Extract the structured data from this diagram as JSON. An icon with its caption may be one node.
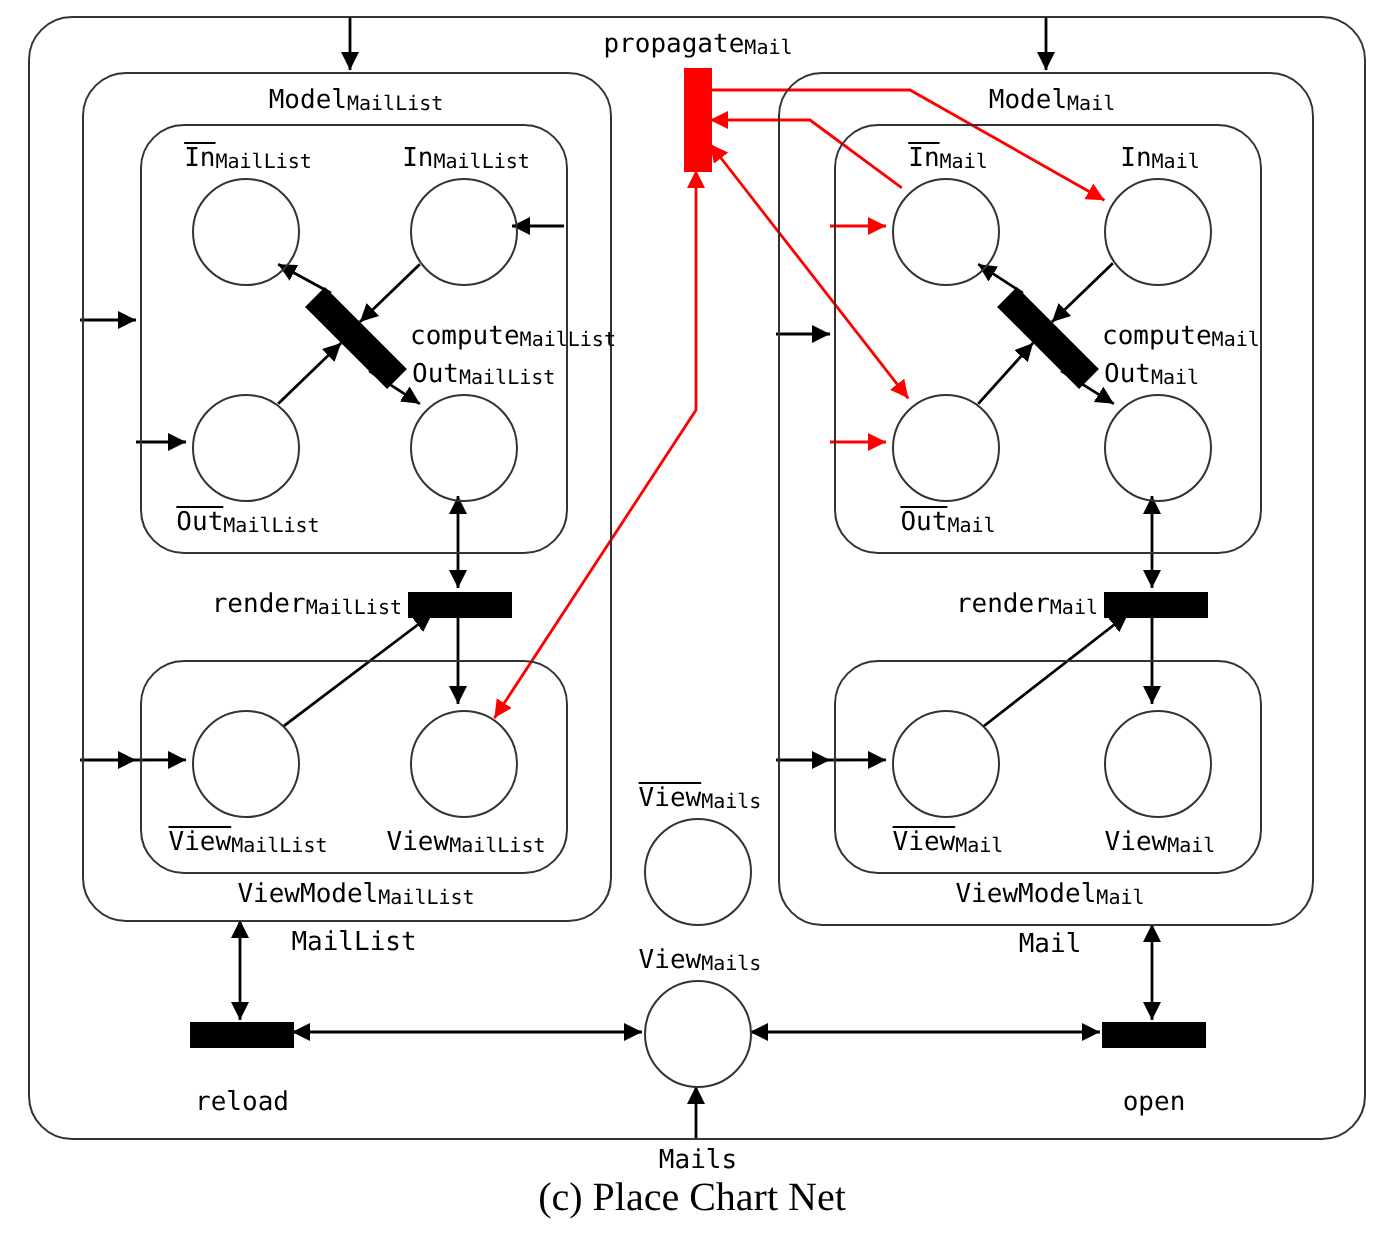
{
  "diagram": {
    "caption": "(c) Place Chart Net",
    "nodes": [
      {
        "text": [
          "Mails"
        ]
      },
      {
        "text": [
          "MailList"
        ],
        "in": 0
      },
      {
        "text": [
          "Model$_{MailList}$"
        ],
        "in": 1
      },
      {
        "text": [
          "In$_{MailList}$"
        ],
        "in": 2
      },
      {
        "text": [
          "In$_{MailList}$"
        ],
        "in": 2
      },
      {
        "text": [
          "compute$_{MailList}$"
        ],
        "in": 2
      },
      {
        "text": [
          "Out$_{MailList}$"
        ],
        "in": 2
      },
      {
        "text": [
          "Out$_{MailList}$"
        ],
        "in": 2
      },
      {
        "text": [
          "render$_{MailList}$"
        ],
        "in": 1
      },
      {
        "text": [
          "ViewModel$_{MailList}$"
        ],
        "in": 1
      },
      {
        "text": [
          "View$_{MailList}$"
        ],
        "in": 9
      },
      {
        "text": [
          "View$_{MailList}$"
        ],
        "in": 9
      },
      {
        "text": [
          "propagate$_{Mail}$"
        ],
        "in": 0
      },
      {
        "text": [
          "Mail"
        ],
        "in": 0
      },
      {
        "text": [
          "Model$_{Mail}$"
        ],
        "in": 13
      },
      {
        "text": [
          "In$_{Mail}$"
        ],
        "in": 14
      },
      {
        "text": [
          "In$_{Mail}$"
        ],
        "in": 14
      },
      {
        "text": [
          "compute$_{Mail}$"
        ],
        "in": 14
      },
      {
        "text": [
          "Out$_{Mail}$"
        ],
        "in": 14
      },
      {
        "text": [
          "Out$_{Mail}$"
        ],
        "in": 14
      },
      {
        "text": [
          "render$_{Mail}$"
        ],
        "in": 13
      },
      {
        "text": [
          "ViewModel$_{Mail}$"
        ],
        "in": 13
      },
      {
        "text": [
          "View$_{Mail}$"
        ],
        "in": 21
      },
      {
        "text": [
          "View$_{Mail}$"
        ],
        "in": 21
      },
      {
        "text": [
          "View$_{Mails}$"
        ],
        "in": 0
      },
      {
        "text": [
          "View$_{Mails}$"
        ],
        "in": 0
      },
      {
        "text": [
          "reload"
        ],
        "in": 0
      },
      {
        "text": [
          "open"
        ],
        "in": 0
      }
    ],
    "edges": [
      {
        "from": 0,
        "to": 1,
        "arrow": "to"
      },
      {
        "from": 0,
        "to": 13,
        "arrow": "to"
      },
      {
        "from": 1,
        "to": 2,
        "arrow": "to"
      },
      {
        "from": 2,
        "to": 6,
        "arrow": "to"
      },
      {
        "from": 2,
        "to": 4,
        "arrow": "to"
      },
      {
        "from": 4,
        "to": 5,
        "arrow": "to"
      },
      {
        "from": 5,
        "to": 3,
        "arrow": "to"
      },
      {
        "from": 6,
        "to": 5,
        "arrow": "to"
      },
      {
        "from": 5,
        "to": 7,
        "arrow": "to"
      },
      {
        "from": 7,
        "to": 8,
        "arrow": "both"
      },
      {
        "from": 1,
        "to": 9,
        "arrow": "to"
      },
      {
        "from": 9,
        "to": 10,
        "arrow": "to"
      },
      {
        "from": 10,
        "to": 8,
        "arrow": "to"
      },
      {
        "from": 8,
        "to": 11,
        "arrow": "to"
      },
      {
        "from": 12,
        "to": 11,
        "arrow": "both",
        "color": "#ff0000"
      },
      {
        "from": 12,
        "to": 16,
        "arrow": "to",
        "color": "#ff0000"
      },
      {
        "from": 15,
        "to": 12,
        "arrow": "to",
        "color": "#ff0000"
      },
      {
        "from": 12,
        "to": 18,
        "arrow": "both",
        "color": "#ff0000"
      },
      {
        "from": 13,
        "to": 14,
        "arrow": "to"
      },
      {
        "from": 14,
        "to": 15,
        "arrow": "to",
        "color": "#ff0000"
      },
      {
        "from": 14,
        "to": 18,
        "arrow": "to",
        "color": "#ff0000"
      },
      {
        "from": 16,
        "to": 17,
        "arrow": "to"
      },
      {
        "from": 17,
        "to": 15,
        "arrow": "to"
      },
      {
        "from": 18,
        "to": 17,
        "arrow": "to"
      },
      {
        "from": 17,
        "to": 19,
        "arrow": "to"
      },
      {
        "from": 19,
        "to": 20,
        "arrow": "both"
      },
      {
        "from": 13,
        "to": 21,
        "arrow": "to"
      },
      {
        "from": 21,
        "to": 22,
        "arrow": "to"
      },
      {
        "from": 22,
        "to": 20,
        "arrow": "to"
      },
      {
        "from": 20,
        "to": 23,
        "arrow": "to"
      },
      {
        "from": 1,
        "to": 26,
        "arrow": "both"
      },
      {
        "from": 26,
        "to": 25,
        "arrow": "both"
      },
      {
        "from": 25,
        "to": 27,
        "arrow": "both"
      },
      {
        "from": 27,
        "to": 13,
        "arrow": "both"
      },
      {
        "from": 0,
        "to": 25,
        "arrow": "to"
      }
    ]
  }
}
